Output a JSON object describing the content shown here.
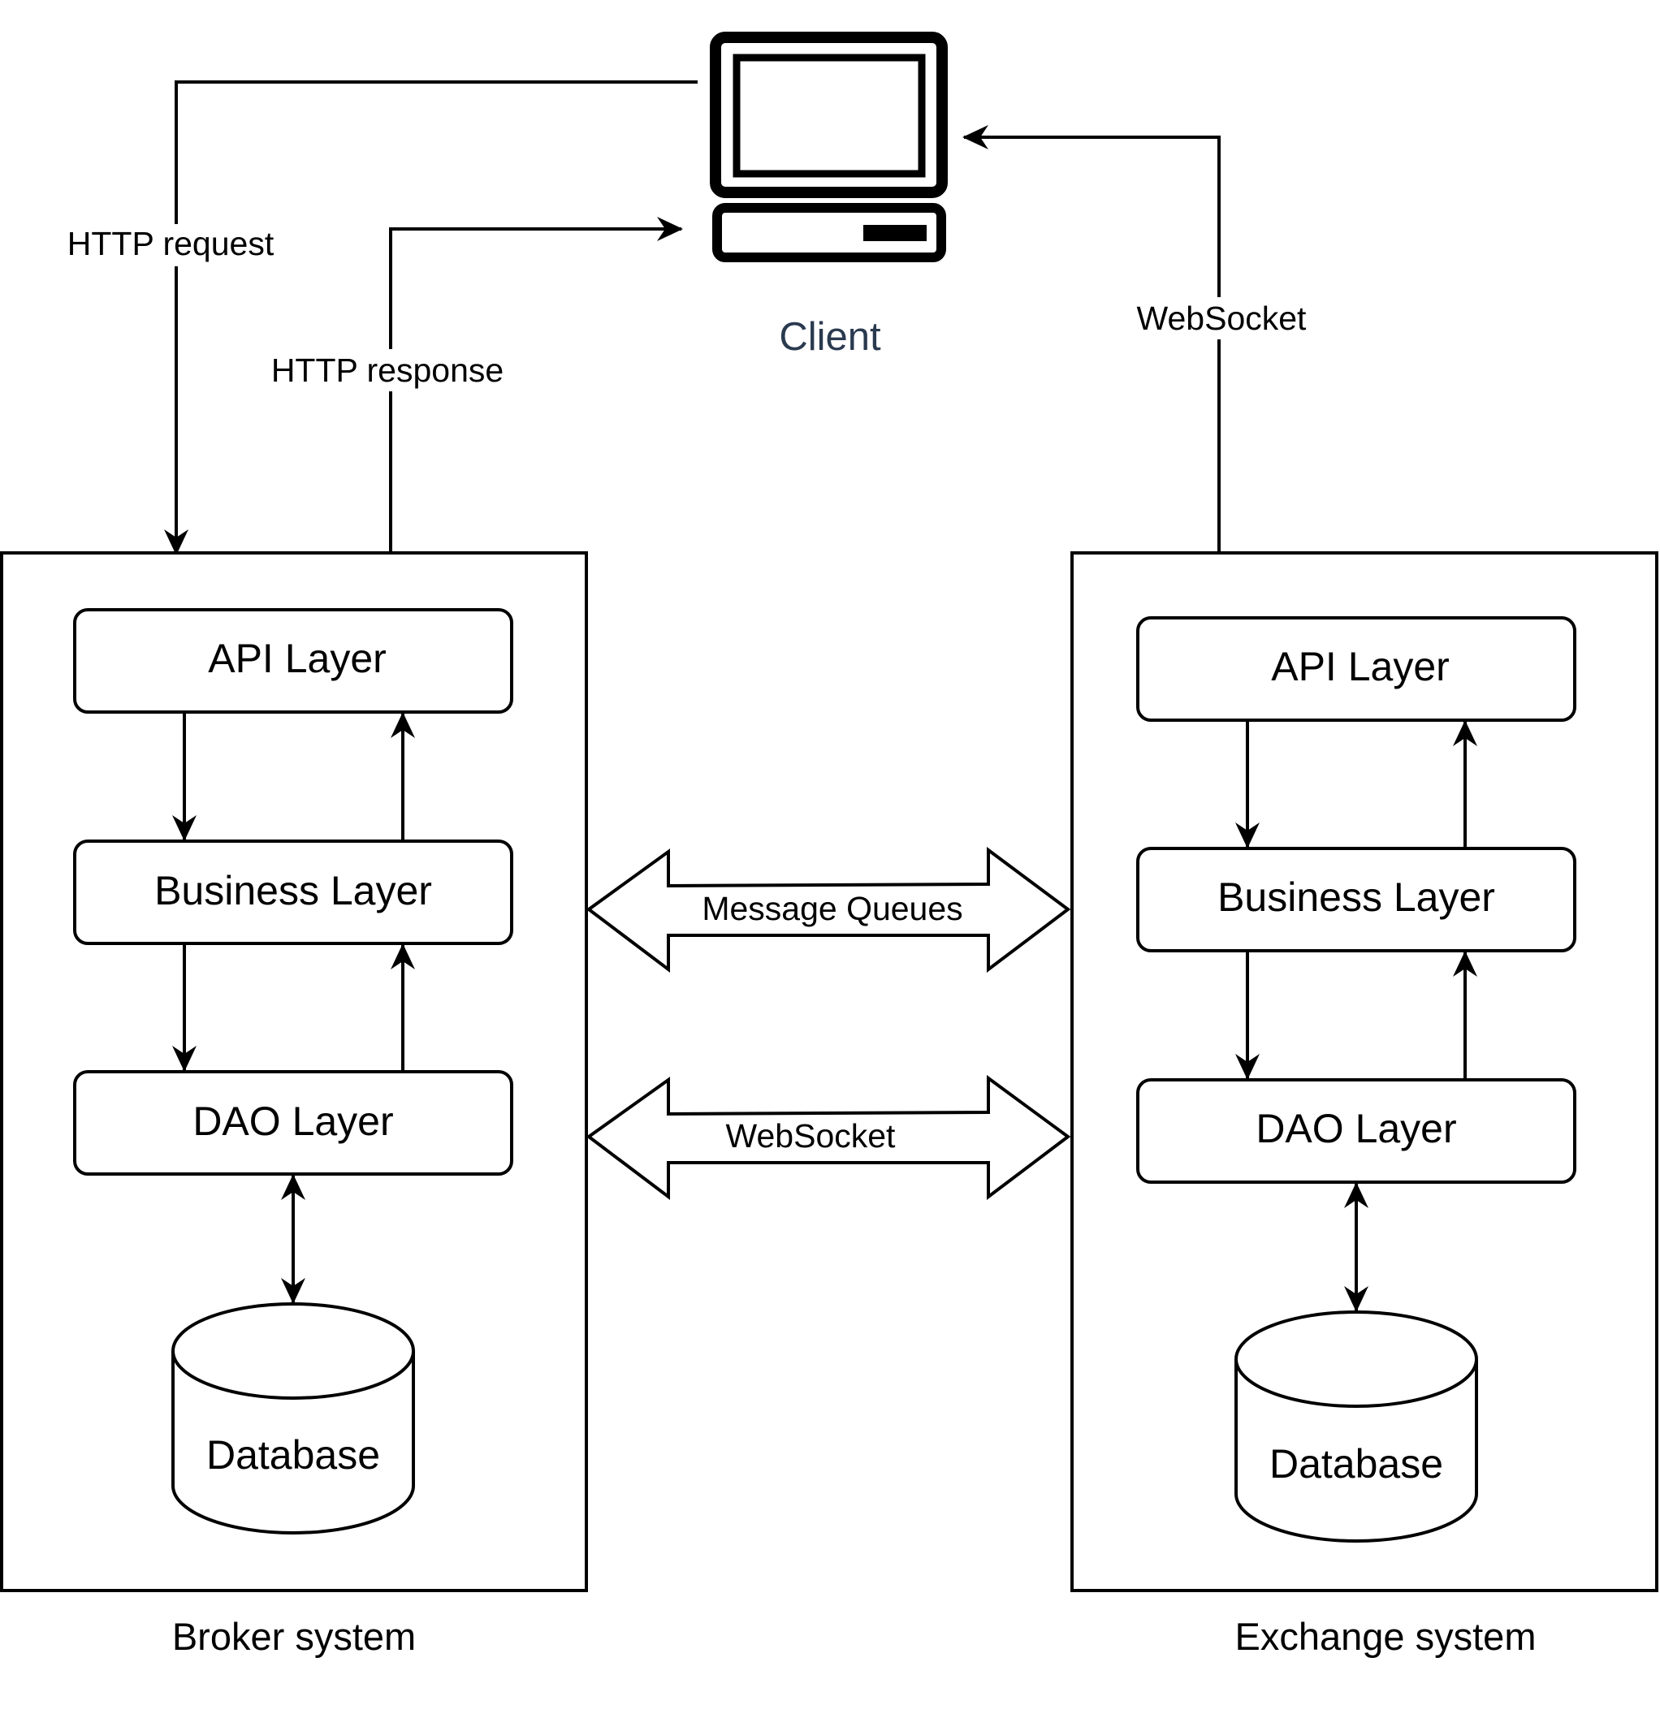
{
  "client": {
    "icon": "computer-monitor-icon",
    "label": "Client"
  },
  "edges": {
    "http_request": "HTTP request",
    "http_response": "HTTP response",
    "client_websocket": "WebSocket",
    "message_queues": "Message Queues",
    "system_websocket": "WebSocket"
  },
  "broker": {
    "label": "Broker system",
    "api": "API Layer",
    "business": "Business Layer",
    "dao": "DAO Layer",
    "db": "Database"
  },
  "exchange": {
    "label": "Exchange system",
    "api": "API Layer",
    "business": "Business Layer",
    "dao": "DAO Layer",
    "db": "Database"
  },
  "colors": {
    "stroke": "#000000",
    "client_label": "#2a3a4f"
  }
}
